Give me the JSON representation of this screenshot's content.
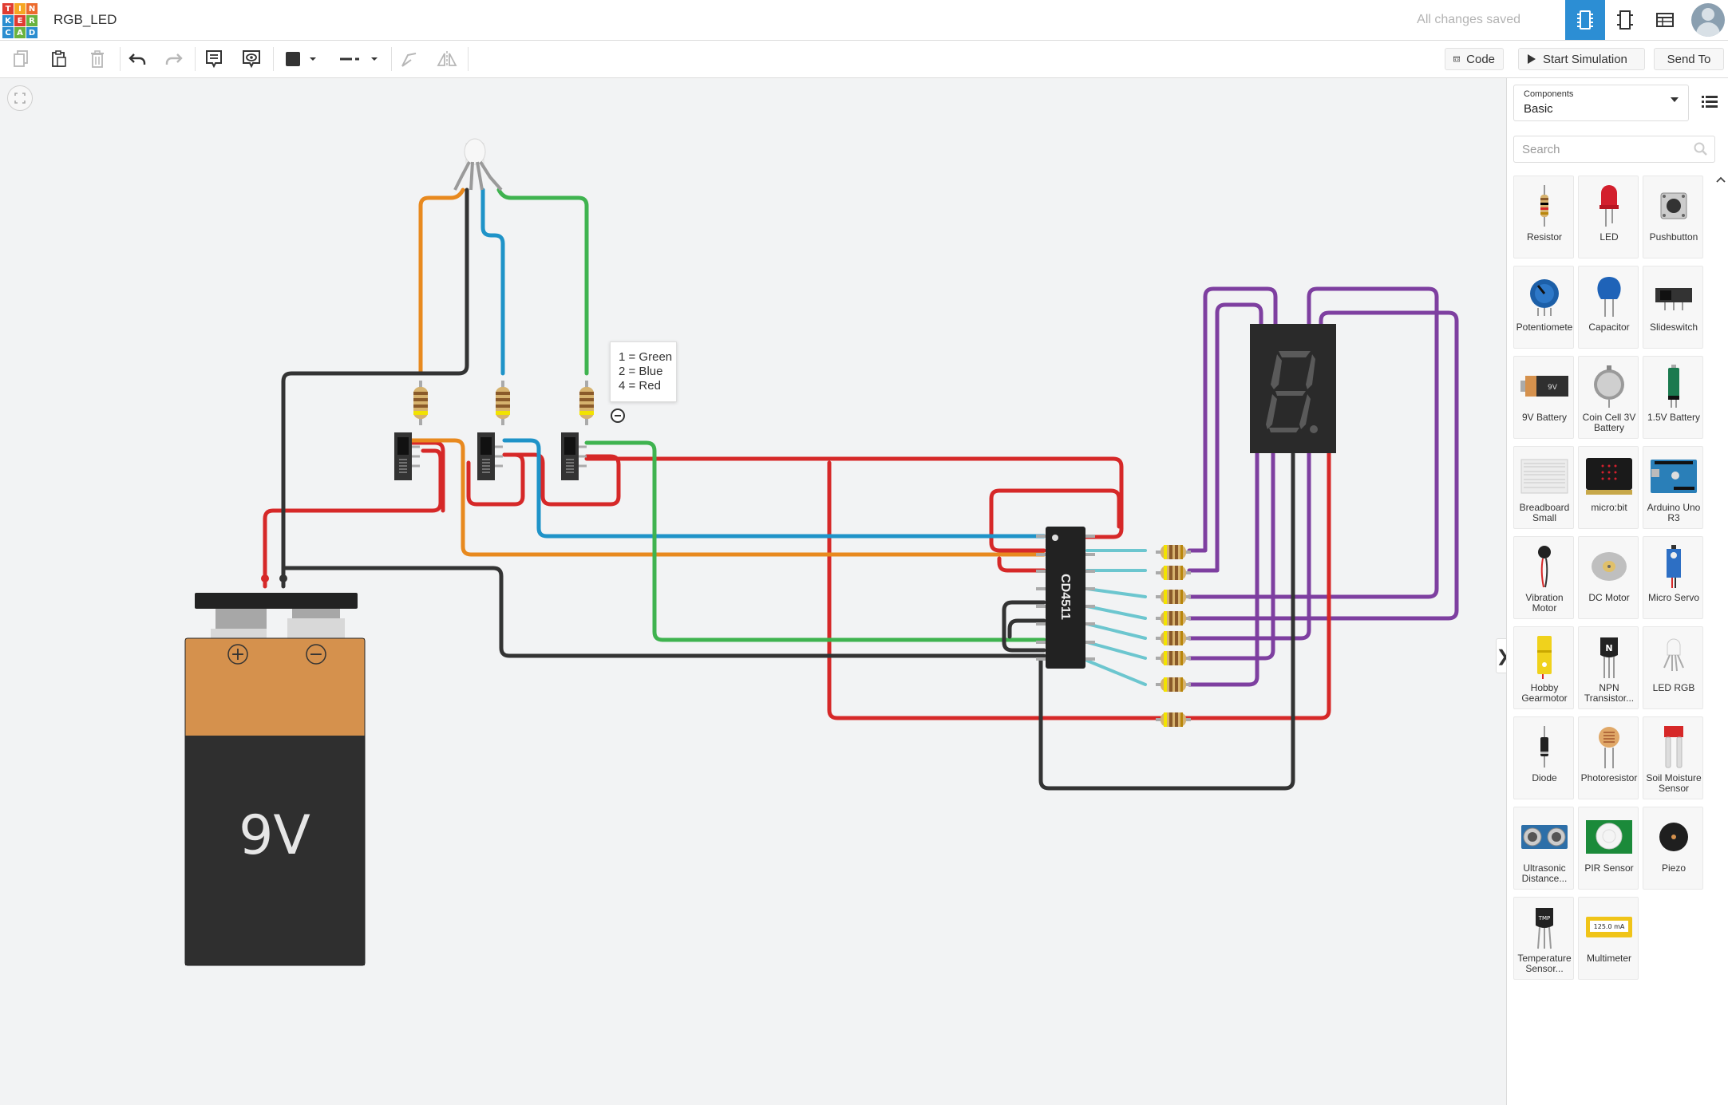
{
  "logo": {
    "letters": [
      "T",
      "I",
      "N",
      "K",
      "E",
      "R",
      "C",
      "A",
      "D"
    ]
  },
  "header": {
    "title": "RGB_LED",
    "status": "All changes saved"
  },
  "toolbar": {
    "code_label": "Code",
    "simulate_label": "Start Simulation",
    "send_label": "Send To"
  },
  "note": {
    "lines": [
      "1 = Green",
      "2 = Blue",
      "4 = Red"
    ]
  },
  "battery": {
    "label": "9V",
    "plus": "+",
    "minus": "−"
  },
  "chip": {
    "label": "CD4511"
  },
  "panel": {
    "select_label": "Components",
    "select_value": "Basic",
    "search_placeholder": "Search",
    "collapse_glyph": "❯",
    "components": [
      {
        "name": "Resistor",
        "icon": "resistor-icon"
      },
      {
        "name": "LED",
        "icon": "led-icon"
      },
      {
        "name": "Pushbutton",
        "icon": "pushbutton-icon"
      },
      {
        "name": "Potentiomete",
        "icon": "potentiometer-icon"
      },
      {
        "name": "Capacitor",
        "icon": "capacitor-icon"
      },
      {
        "name": "Slideswitch",
        "icon": "slideswitch-icon"
      },
      {
        "name": "9V Battery",
        "icon": "battery-9v-icon"
      },
      {
        "name": "Coin Cell 3V Battery",
        "icon": "coin-cell-icon"
      },
      {
        "name": "1.5V Battery",
        "icon": "battery-aa-icon"
      },
      {
        "name": "Breadboard Small",
        "icon": "breadboard-icon"
      },
      {
        "name": "micro:bit",
        "icon": "microbit-icon"
      },
      {
        "name": "Arduino Uno R3",
        "icon": "arduino-icon"
      },
      {
        "name": "Vibration Motor",
        "icon": "vibration-motor-icon"
      },
      {
        "name": "DC Motor",
        "icon": "dc-motor-icon"
      },
      {
        "name": "Micro Servo",
        "icon": "servo-icon"
      },
      {
        "name": "Hobby Gearmotor",
        "icon": "gearmotor-icon"
      },
      {
        "name": "NPN Transistor...",
        "icon": "transistor-icon"
      },
      {
        "name": "LED RGB",
        "icon": "led-rgb-icon"
      },
      {
        "name": "Diode",
        "icon": "diode-icon"
      },
      {
        "name": "Photoresistor",
        "icon": "photoresistor-icon"
      },
      {
        "name": "Soil Moisture Sensor",
        "icon": "soil-sensor-icon"
      },
      {
        "name": "Ultrasonic Distance...",
        "icon": "ultrasonic-icon"
      },
      {
        "name": "PIR Sensor",
        "icon": "pir-icon"
      },
      {
        "name": "Piezo",
        "icon": "piezo-icon"
      },
      {
        "name": "Temperature Sensor...",
        "icon": "temperature-icon"
      },
      {
        "name": "Multimeter",
        "icon": "multimeter-icon"
      }
    ],
    "transistor_letter": "N",
    "tmp_letters": "TMP",
    "multimeter_reading": "125.0 mA",
    "battery_thumb_label": "9V"
  },
  "colors": {
    "accent": "#2c8ed4",
    "battery_orange": "#d5914d",
    "battery_black": "#2f2f2f",
    "wire_red": "#d62828",
    "wire_black": "#333333",
    "wire_orange": "#e8891e",
    "wire_blue": "#1f93c8",
    "wire_green": "#3fb34f",
    "wire_purple": "#7e3fa0",
    "wire_cyan": "#6cc6cf"
  }
}
